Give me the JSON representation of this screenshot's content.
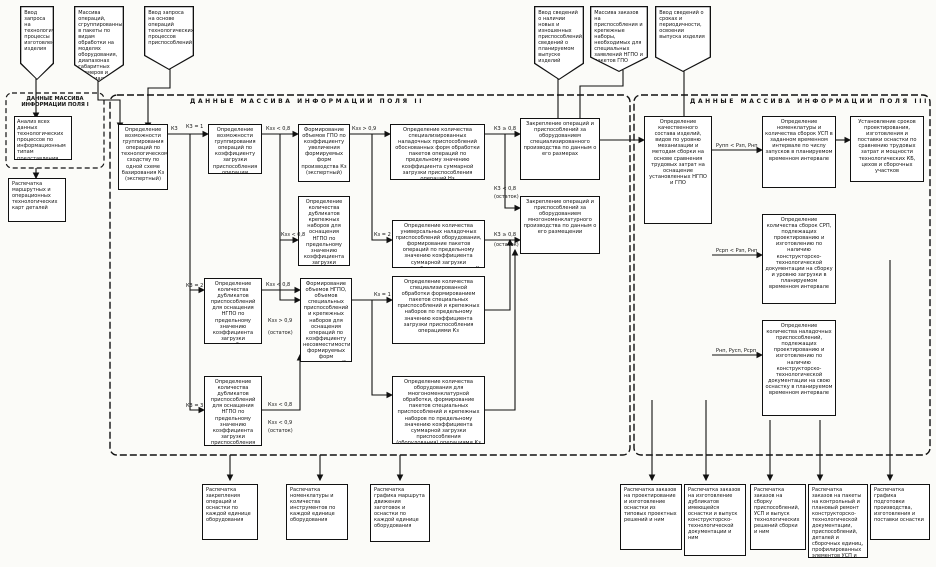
{
  "inputs": [
    "Ввод запроса на технологические процессы изготовления изделия",
    "Массива операций, сгруппированных в пакеты по видам обработки на моделях оборудования, диапазонах габаритных размеров и материалов изготовляемых изделий",
    "Ввод запроса на основе операций технологических процессов приспособлений",
    "Ввод сведений о наличии новых и изношенных приспособлений, сведений о планируемом выпуске изделий",
    "Массива заказов на приспособления и крепежные наборы, необходимых для специальных заявлений НГПО и пакетов ГПО",
    "Ввод сведений о сроках и периодичности, освоении выпуска изделия"
  ],
  "field1": {
    "title": "ДАННЫЕ МАССИВА ИНФОРМАЦИИ ПОЛЯ I",
    "box": "Анализ всех данных технологических процессов по информационным типам представления",
    "output": "Распечатка маршрутных и операционных технологических карт деталей"
  },
  "field2_title": "ДАННЫЕ МАССИВА ИНФОРМАЦИИ ПОЛЯ II",
  "field3_title": "ДАННЫЕ МАССИВА ИНФОРМАЦИИ ПОЛЯ III",
  "boxes": {
    "b1": "Определение возможности группирования операций по технологическому сходству по одной схеме базирования Кз (экспертный)",
    "b2": "Определение возможности группирования операций по коэффициенту загрузки приспособления операции",
    "b3": "Формирование объемов ГПО по коэффициенту увеличения формируемых форм производства Кз (экспертный)",
    "b4": "Определение количества специализированных наладочных приспособлений обоснованных форм обработки пакетов операций по предельному значению коэффициента суммарной загрузки приспособления операций Нз",
    "b5": "Определение количества дубликатов крепежных наборов для оснащения НГПО по предельному значению коэффициента загрузки приспособления Кзз",
    "b6": "Определение количества универсальных наладочных приспособлений оборудования, формирование пакетов операций по предельному значению коэффициента суммарной загрузки приспособления операциями Кз",
    "b7": "Определение количества дубликатов приспособлений для оснащения НГПО по предельному значению коэффициента загрузки приспособления операцией Кзз",
    "b8": "Формирование объемов НГПО, объемов специальных приспособлений и крепежных наборов для оснащения операций по коэффициенту несовместимости формируемых форм производства Кз (экспертный)",
    "b9": "Определение количества специализированной обработки формированием пакетов специальных приспособлений и крепежных наборов по предельному значению коэффициента загрузки приспособления операциями Кз",
    "b10": "Определение количества дубликатов приспособлений для оснащения НГПО по предельному значению коэффициента загрузки приспособления операцией Кзз",
    "b11": "Определение количества оборудования для многономенклатурной обработки, формирование пакетов специальных приспособлений и крепежных наборов по предельному значению коэффициента суммарной загрузки приспособления (оборудования) операциями Кз",
    "b12": "Закрепление операций и приспособлений за оборудованием специализированного производства по данным о его размерах",
    "b13": "Закрепление операций и приспособлений за оборудованием многономенклатурного производства по данным о его размещении",
    "b14": "Определение качественного состава изделий, видов по уровню механизации и методам сборки на основе сравнения трудовых затрат на оснащение установленных НГПО и ГПО",
    "b15": "Определение номенклатуры и количества сборок УСП в заданном временном интервале по числу запусков в планируемом временном интервале",
    "b16": "Установление сроков проектирования, изготовления и поставки оснастки по сравнению трудовых затрат и мощности технологических КБ, цехов и сборочных участков",
    "b17": "Определение количества сборок СРП, подлежащих проектированию и изготовлению по наличию конструкторско-технологической документации на сборку и уровню загрузки в планируемом временном интервале",
    "b18": "Определение количества наладочных приспособлений, подлежащих проектированию и изготовлению по наличию конструкторско-технологической документации на свою оснастку в планируемом временном интервале"
  },
  "outputs": [
    "Распечатка закрепления операций и оснастки по каждой единице оборудования",
    "Распечатка номенклатуры и количества инструментов по каждой единице оборудования",
    "Распечатка графика маршрута движения заготовок и оснастки по каждой единице оборудования",
    "Распечатка заказов на проектирование и изготовление оснастки из типовых проектных решений и ним",
    "Распечатка заказов на изготовление дубликатов имеющейся оснастки и выпуск конструкторско-технологической документации и ним",
    "Распечатка заказов на сборку приспособлений, УСП и выпуск технологических решений сборки и ним",
    "Распечатка заказов на пакеты на контрольный и плановый ремонт конструкторско-технологической документации, приспособлений, деталей и сборочных единиц, профилированных элементов УСП и СРП",
    "Распечатка графика подготовки производства, изготовления и поставки оснастки"
  ],
  "labels": {
    "k3": "К3",
    "k31": "К3 = 1",
    "k32": "К3 = 2",
    "k33": "К3 = 3",
    "k3n1": "Кз = 1",
    "k3n2": "Кз = 2",
    "kzz08a": "Кзз < 0,8",
    "kzz08b": "Кзз < 0,8",
    "kzz08c": "Кзз < 0,8",
    "kzz08d": "Кзз < 0,8",
    "kzz09a": "Кзз > 0,9",
    "kzz09b": "Кзз < 0,9",
    "kzz09c": "Кзз > 0,9",
    "ost1": "(остаток)",
    "ost2": "(остаток)",
    "ost3": "(остаток)",
    "k308": "К3 ≥ 0,8",
    "k308b": "К3 < 0,8",
    "k308c": "(остаток)",
    "k309": "К3 ≥ 0,8",
    "prp1": "Pупп < Pзп, Pнп",
    "prp2": "Pсрп < Pзп, Pнп",
    "prp3": "Pнп, Pусп, Pсрп"
  }
}
